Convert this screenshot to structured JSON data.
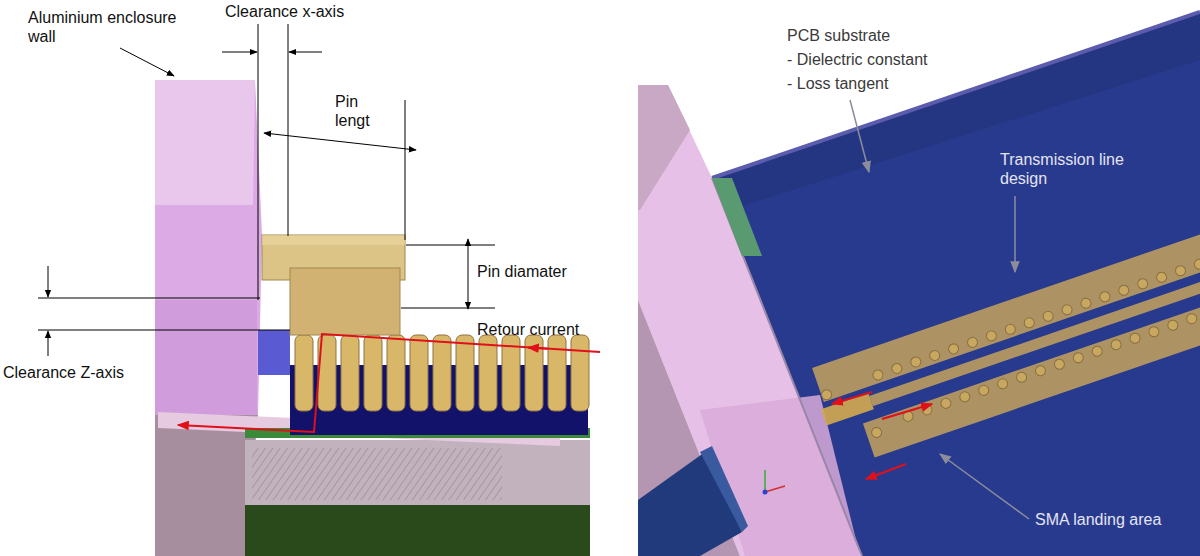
{
  "diagram": {
    "labels": [
      "Aluminium enclosure wall",
      "Clearance x-axis",
      "Pin lengt",
      "Pin diamater",
      "Retour current",
      "Clearance Z-axis",
      "PCB substrate",
      "- Dielectric constant",
      "- Loss tangent",
      "Transmission line design",
      "SMA landing area"
    ]
  }
}
